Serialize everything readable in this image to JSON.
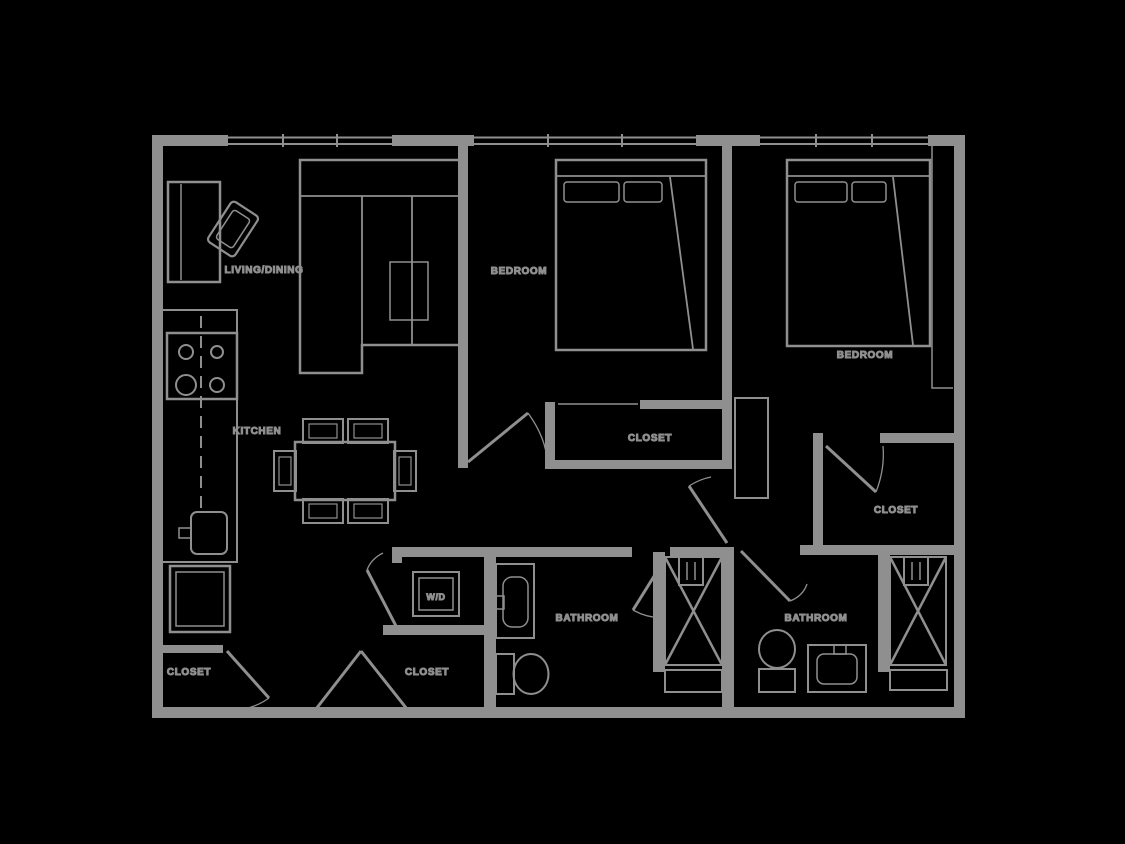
{
  "meta": {
    "type": "apartment-floor-plan",
    "background_color": "#000000",
    "line_color": "#8f8f8f"
  },
  "labels": {
    "living_dining": "LIVING/DINING",
    "kitchen": "KITCHEN",
    "bedroom_1": "BEDROOM",
    "bedroom_2": "BEDROOM",
    "closet_bedroom_1": "CLOSET",
    "closet_bedroom_2": "CLOSET",
    "bathroom_1": "BATHROOM",
    "bathroom_2": "BATHROOM",
    "washer_dryer": "W/D",
    "closet_hall": "CLOSET",
    "closet_entry": "CLOSET"
  }
}
